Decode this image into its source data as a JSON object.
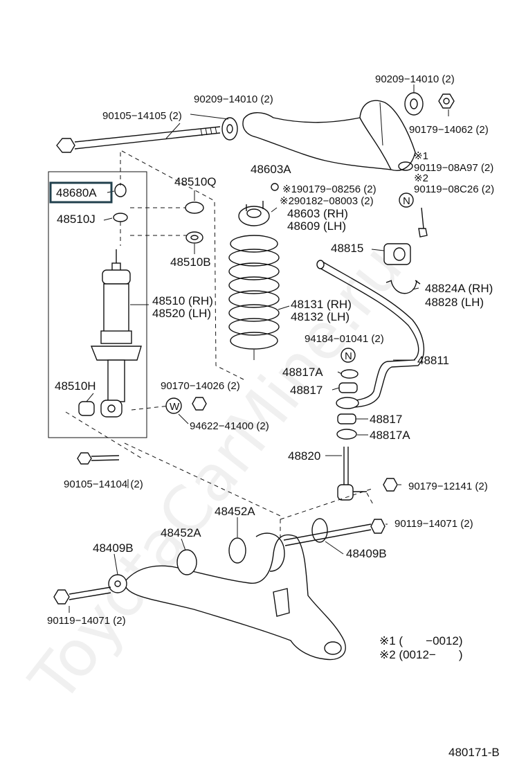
{
  "watermark": "ToyotaCarMine.ru",
  "diagram_code": "480171-B",
  "highlighted_part": "48680A",
  "labels": {
    "p90209_top_right": "90209−14010 (2)",
    "p90209_mid": "90209−14010 (2)",
    "p90105_top": "90105−14105 (2)",
    "p90179_14062": "90179−14062 (2)",
    "note1": "※1",
    "p90119_08A97": "90119−08A97 (2)",
    "note2": "※2",
    "p90119_08C26": "90119−08C26 (2)",
    "p48603A": "48603A",
    "p48510Q": "48510Q",
    "p48680A": "48680A",
    "p190179": "※190179−08256 (2)",
    "p290182": "※290182−08003 (2)",
    "p48603": "48603 (RH)",
    "p48609": "48609 (LH)",
    "p48510J": "48510J",
    "p48815": "48815",
    "p48510B": "48510B",
    "p48824A": "48824A (RH)",
    "p48828": "48828 (LH)",
    "p48510": "48510 (RH)",
    "p48520": "48520 (LH)",
    "p48131": "48131 (RH)",
    "p48132": "48132 (LH)",
    "p94184": "94184−01041 (2)",
    "p48811": "48811",
    "p48817A_top": "48817A",
    "p48510H": "48510H",
    "p90170": "90170−14026 (2)",
    "p48817_top": "48817",
    "p94622": "94622−41400 (2)",
    "p48817_bot": "48817",
    "p48817A_bot": "48817A",
    "p48820": "48820",
    "p90105_bot": "90105−14104 (2)",
    "p90179_12141": "90179−12141 (2)",
    "p48452A_right": "48452A",
    "p90119_14071_right": "90119−14071 (2)",
    "p48452A_left": "48452A",
    "p48409B_left": "48409B",
    "p48409B_right": "48409B",
    "p90119_14071_left": "90119−14071 (2)",
    "legend1": "※1 (       −0012)",
    "legend2": "※2 (0012−       )",
    "n_symbol": "N",
    "w_symbol": "W"
  },
  "icons": {
    "nut_symbol": "n-circle-icon",
    "washer_symbol": "w-circle-icon"
  }
}
